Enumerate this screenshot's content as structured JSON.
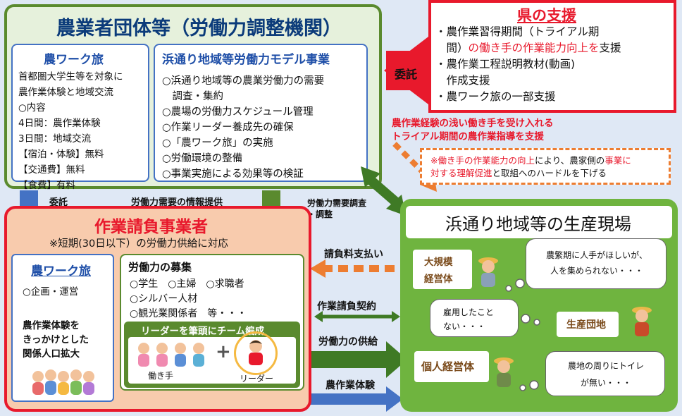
{
  "org": {
    "title": "農業者団体等（労働力調整機関）",
    "agri_tour": {
      "title": "農ワーク旅",
      "lines": [
        "首都圏大学生等を対象に",
        "農作業体験と地域交流",
        "○内容",
        "4日間：農作業体験",
        "3日間：地域交流",
        "【宿泊・体験】無料",
        "【交通費】無料",
        "【食費】有料"
      ]
    },
    "model": {
      "title": "浜通り地域等労働力モデル事業",
      "lines": [
        "○浜通り地域等の農業労働力の需要",
        "　調査・集約",
        "○農場の労働力スケジュール管理",
        "○作業リーダー養成先の確保",
        "○「農ワーク旅」の実施",
        "○労働環境の整備",
        "○事業実施による効果等の検証"
      ]
    }
  },
  "pref": {
    "title": "県の支援",
    "items": [
      {
        "l1": "・農作業習得期間（トライアル期",
        "l2a": "　間）",
        "l2red": "の働き手の作業能力向上を",
        "l2b": "支援"
      },
      {
        "l1": "・農作業工程説明教材(動画)",
        "l2": "　作成支援"
      },
      {
        "l1": "・農ワーク旅の一部支援"
      }
    ],
    "entrust": "委託"
  },
  "trial": {
    "line1": "農作業経験の浅い働き手を受け入れる",
    "line2": "トライアル期間の農作業指導を支援",
    "note1a": "※働き手の作業能力の向上",
    "note1b": "により、農家側の",
    "note1c": "事業に",
    "note2a": "対する理解促進",
    "note2b": "と取組へのハードルを下げる"
  },
  "labels": {
    "entrust": "委託",
    "info": "労働力需要の情報提供",
    "demand1": "労働力需要調査",
    "demand2": "・調整",
    "fee": "請負料支払い",
    "contract": "作業請負契約",
    "supply": "労働力の供給",
    "experience": "農作業体験"
  },
  "contractor": {
    "title": "作業請負事業者",
    "subtitle": "※短期(30日以下）の労働力供給に対応",
    "tour": {
      "title": "農ワーク旅",
      "line1": "○企画・運営",
      "b1": "農作業体験を",
      "b2": "きっかけとした",
      "b3": "関係人口拡大"
    },
    "recruit": {
      "title": "労働力の募集",
      "line1": "○学生　○主婦　○求職者",
      "line2": "○シルバー人材",
      "line3": "○観光業関係者　等・・・",
      "team": "リーダーを筆頭にチーム編成",
      "worker": "働き手",
      "leader": "リーダー",
      "plus": "+"
    }
  },
  "site": {
    "title": "浜通り地域等の生産現場",
    "large": [
      "大規模",
      "経営体"
    ],
    "bubble1": [
      "農繁期に人手がほしいが、",
      "人を集められない・・・"
    ],
    "bubble2": [
      "雇用したこと",
      "ない・・・"
    ],
    "group": "生産団地",
    "individual": "個人経営体",
    "bubble3": [
      "農地の周りにトイレ",
      "が無い・・・"
    ]
  },
  "colors": {
    "green": "#5a8a2e",
    "blue": "#4472c4",
    "red": "#e8192c",
    "orange": "#ed7d31",
    "peach": "#f8cbad",
    "light_green": "#6fb43f"
  }
}
